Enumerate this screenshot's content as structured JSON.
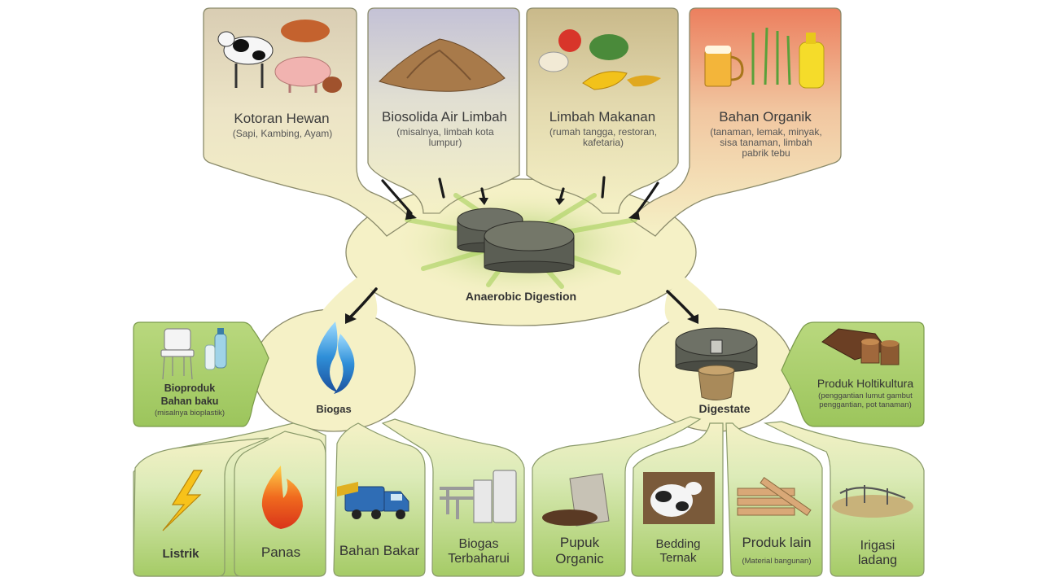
{
  "inputs": [
    {
      "title": "Kotoran Hewan",
      "subtitle": "(Sapi, Kambing, Ayam)",
      "icon": "livestock-icon"
    },
    {
      "title": "Biosolida Air Limbah",
      "subtitle": "(misalnya, limbah kota lumpur)",
      "icon": "sludge-pile-icon"
    },
    {
      "title": "Limbah Makanan",
      "subtitle": "(rumah tangga, restoran, kafetaria)",
      "icon": "food-scraps-icon"
    },
    {
      "title": "Bahan Organik",
      "subtitle": "(tanaman, lemak, minyak, sisa tanaman, limbah pabrik tebu",
      "icon": "organic-matter-icon"
    }
  ],
  "center": {
    "label": "Anaerobic Digestion",
    "icon": "digester-domes-icon"
  },
  "biogas": {
    "label": "Biogas",
    "side": {
      "title_line1": "Bioproduk",
      "title_line2": "Bahan baku",
      "subtitle": "(misalnya bioplastik)"
    },
    "outputs": [
      {
        "label_line1": "Listrik",
        "label_line2": "",
        "icon": "lightning-icon"
      },
      {
        "label_line1": "Panas",
        "label_line2": "",
        "icon": "flame-icon"
      },
      {
        "label_line1": "Bahan Bakar",
        "label_line2": "",
        "icon": "garbage-truck-icon"
      },
      {
        "label_line1": "Biogas",
        "label_line2": "Terbaharui",
        "icon": "gas-plant-icon"
      }
    ]
  },
  "digestate": {
    "label": "Digestate",
    "side": {
      "title": "Produk Holtikultura",
      "subtitle_line1": "(penggantian lumut gambut",
      "subtitle_line2": "penggantian, pot tanaman)"
    },
    "outputs": [
      {
        "label_line1": "Pupuk",
        "label_line2": "Organic",
        "note": "",
        "icon": "fertilizer-bag-icon"
      },
      {
        "label_line1": "Bedding",
        "label_line2": "Ternak",
        "note": "",
        "icon": "cow-bedding-icon"
      },
      {
        "label_line1": "Produk lain",
        "label_line2": "",
        "note": "(Material bangunan)",
        "icon": "building-material-icon"
      },
      {
        "label_line1": "Irigasi",
        "label_line2": "ladang",
        "note": "",
        "icon": "irrigation-icon"
      }
    ]
  },
  "colors": {
    "cream": "#f5f1c6",
    "outline": "#8a8a6a",
    "green_panel": "#a8cd6a",
    "green_light": "#e3efc4",
    "tan_panel": "#d9c9a8",
    "lavender_panel": "#c9c6d8",
    "olive_panel": "#cdbd8e",
    "salmon_panel": "#ee8a6a",
    "digester": "#5b5e54"
  }
}
